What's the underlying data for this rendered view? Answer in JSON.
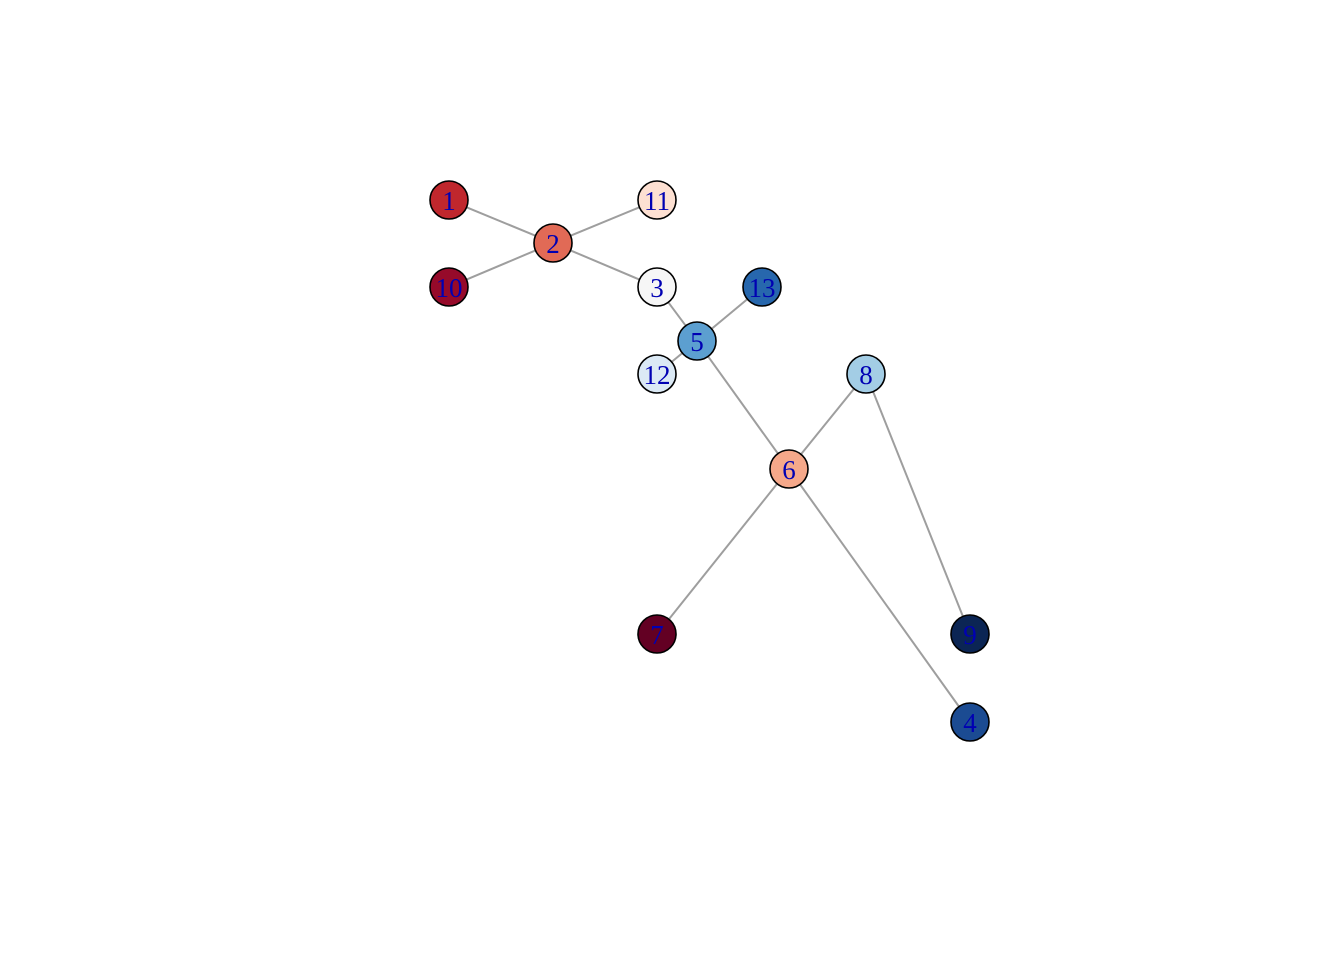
{
  "graph": {
    "node_style": {
      "label_color": "#0000b3",
      "border_color": "#000000",
      "edge_color": "#9e9e9e"
    },
    "nodes": [
      {
        "id": "1",
        "label": "1",
        "color": "#c0272d"
      },
      {
        "id": "2",
        "label": "2",
        "color": "#e16a56"
      },
      {
        "id": "3",
        "label": "3",
        "color": "#f6f6f6"
      },
      {
        "id": "4",
        "label": "4",
        "color": "#1b4b92"
      },
      {
        "id": "5",
        "label": "5",
        "color": "#5c9fd0"
      },
      {
        "id": "6",
        "label": "6",
        "color": "#f5a88a"
      },
      {
        "id": "7",
        "label": "7",
        "color": "#630023"
      },
      {
        "id": "8",
        "label": "8",
        "color": "#a3cde5"
      },
      {
        "id": "9",
        "label": "9",
        "color": "#0b2554"
      },
      {
        "id": "10",
        "label": "10",
        "color": "#960a2a"
      },
      {
        "id": "11",
        "label": "11",
        "color": "#fde0d2"
      },
      {
        "id": "12",
        "label": "12",
        "color": "#dbe9f5"
      },
      {
        "id": "13",
        "label": "13",
        "color": "#2767ad"
      }
    ],
    "edges": [
      {
        "source": "1",
        "target": "2"
      },
      {
        "source": "10",
        "target": "2"
      },
      {
        "source": "11",
        "target": "2"
      },
      {
        "source": "2",
        "target": "3"
      },
      {
        "source": "3",
        "target": "5"
      },
      {
        "source": "13",
        "target": "5"
      },
      {
        "source": "12",
        "target": "5"
      },
      {
        "source": "5",
        "target": "6"
      },
      {
        "source": "8",
        "target": "6"
      },
      {
        "source": "6",
        "target": "7"
      },
      {
        "source": "6",
        "target": "4"
      },
      {
        "source": "8",
        "target": "9"
      }
    ]
  }
}
